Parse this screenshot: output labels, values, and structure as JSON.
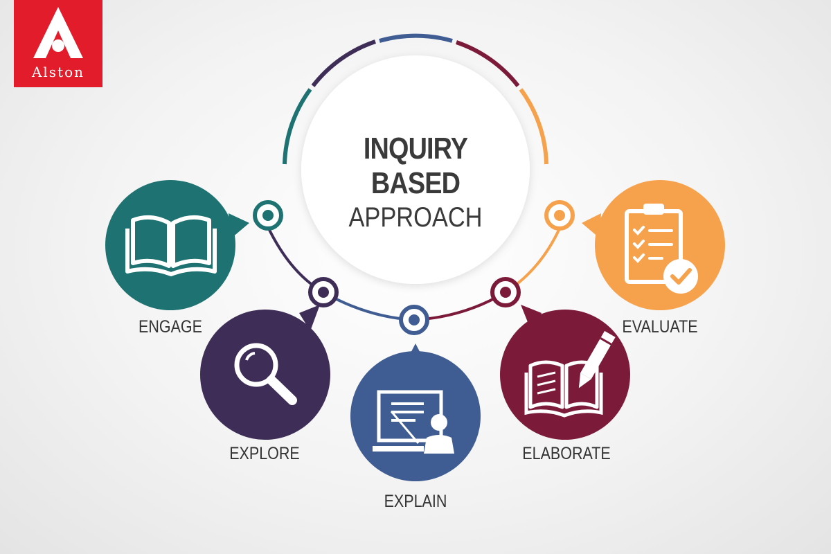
{
  "brand": {
    "name": "Alston",
    "color": "#e21c2a"
  },
  "title": {
    "line1": "INQUIRY BASED",
    "line2": "APPROACH"
  },
  "steps": [
    {
      "label": "ENGAGE",
      "color": "#1e7372",
      "icon": "open-book-icon"
    },
    {
      "label": "EXPLORE",
      "color": "#3e2e57",
      "icon": "magnifier-icon"
    },
    {
      "label": "EXPLAIN",
      "color": "#405d93",
      "icon": "teacher-board-icon"
    },
    {
      "label": "ELABORATE",
      "color": "#7b1a39",
      "icon": "book-pencil-icon"
    },
    {
      "label": "EVALUATE",
      "color": "#f6a24d",
      "icon": "clipboard-check-icon"
    }
  ]
}
